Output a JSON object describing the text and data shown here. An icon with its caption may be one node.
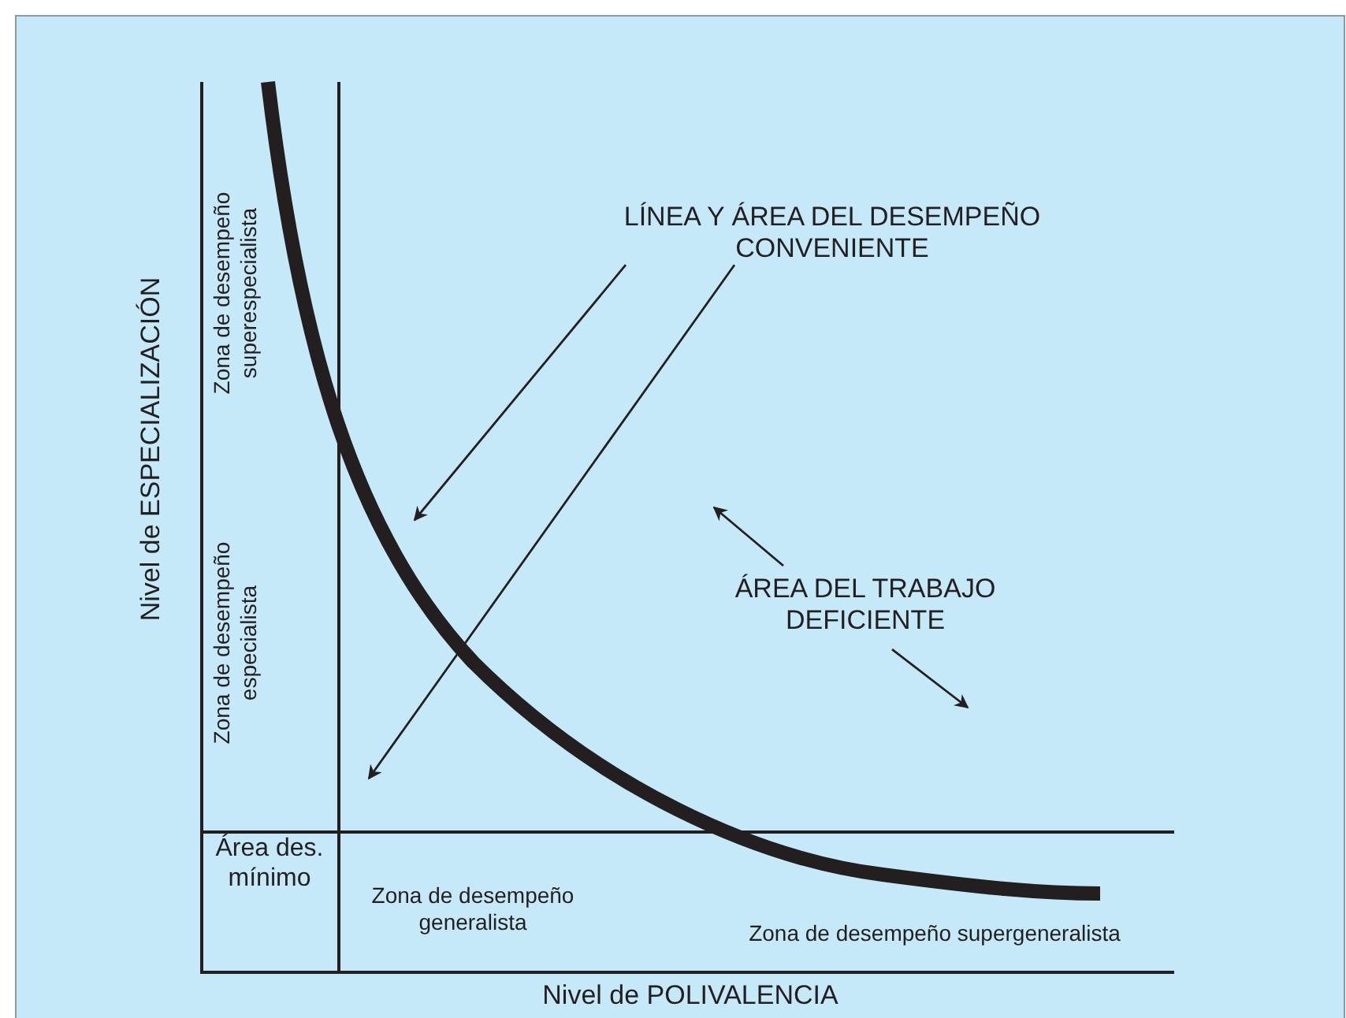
{
  "diagram": {
    "nodes": [
      {
        "text": [
          "LÍNEA Y ÁREA DEL DESEMPEÑO CONVENIENTE"
        ]
      },
      {
        "text": [
          "ÁREA DEL TRABAJO DEFICIENTE"
        ]
      }
    ],
    "edges": [
      {
        "from": 0,
        "to": null,
        "arrow": "to"
      },
      {
        "from": 0,
        "to": null,
        "arrow": "to"
      },
      {
        "from": 1,
        "to": null,
        "arrow": "to"
      },
      {
        "from": 1,
        "to": null,
        "arrow": "to"
      }
    ],
    "labels": [
      "Nivel de ESPECIALIZACIÓN",
      "Zona de desempeño superespecialista",
      "Zona de desempeño especialista",
      "Área des. mínimo",
      "Zona de desempeño generalista",
      "Zona de desempeño supergeneralista",
      "Nivel de POLIVALENCIA"
    ]
  }
}
